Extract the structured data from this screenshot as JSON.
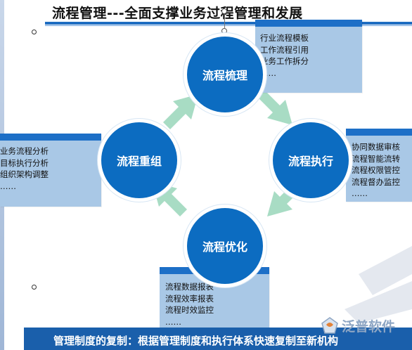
{
  "title": "流程管理---全面支撑业务过程管理和发展",
  "nodes": {
    "top": "流程梳理",
    "right": "流程执行",
    "bottom": "流程优化",
    "left": "流程重组"
  },
  "cards": {
    "top": [
      "行业流程模板",
      "工作流程引用",
      "业务工作拆分",
      "……"
    ],
    "right": [
      "协同数据审核",
      "流程智能流转",
      "流程权限管控",
      "流程督办监控",
      "……"
    ],
    "bottom": [
      "流程数据报表",
      "流程效率报表",
      "流程时效监控",
      "……"
    ],
    "left": [
      "业务流程分析",
      "目标执行分析",
      "组织架构调整",
      "……"
    ]
  },
  "footer": "管理制度的复制：根据管理制度和执行体系快速复制至新机构",
  "logo": {
    "text": "泛普软件",
    "icon": "fanpu-logo-icon"
  },
  "colors": {
    "node": "#0c6cc1",
    "card": "#a9c8e6",
    "card_bar": "#1d6fc7",
    "arrow": "#a8dcc4",
    "footer": "#1a5fab"
  }
}
